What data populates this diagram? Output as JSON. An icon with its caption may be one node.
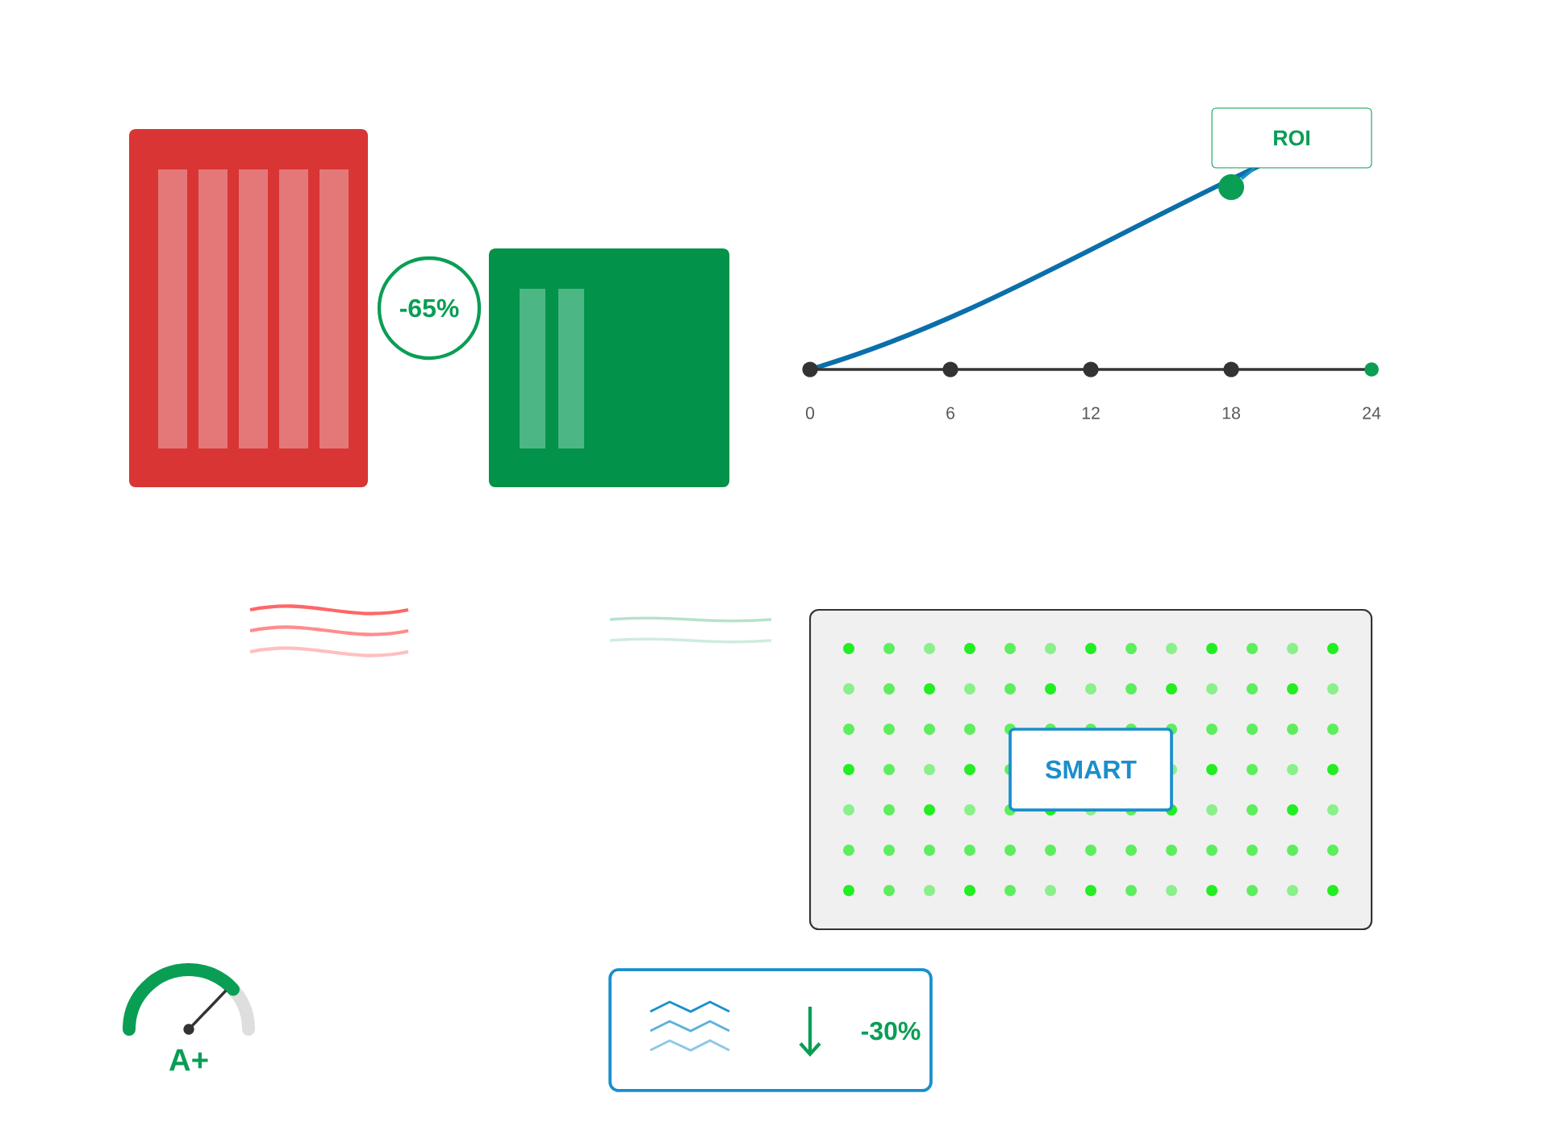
{
  "diagram": {
    "nodes": [
      {
        "text": [],
        "shape": "box"
      },
      {
        "text": [
          "-65%"
        ]
      },
      {
        "text": [],
        "shape": "box"
      },
      {
        "text": [
          "ROI"
        ]
      },
      {
        "text": [],
        "shape": "circle"
      },
      {
        "text": [],
        "shape": "box"
      },
      {
        "text": [
          "SMART"
        ],
        "in": 5
      },
      {
        "text": [
          "-30%"
        ]
      }
    ],
    "edges": [
      {
        "from": 4,
        "to": 3,
        "arrow": "none"
      }
    ],
    "labels": [
      "0",
      "6",
      "12",
      "18",
      "24",
      "A+"
    ]
  }
}
